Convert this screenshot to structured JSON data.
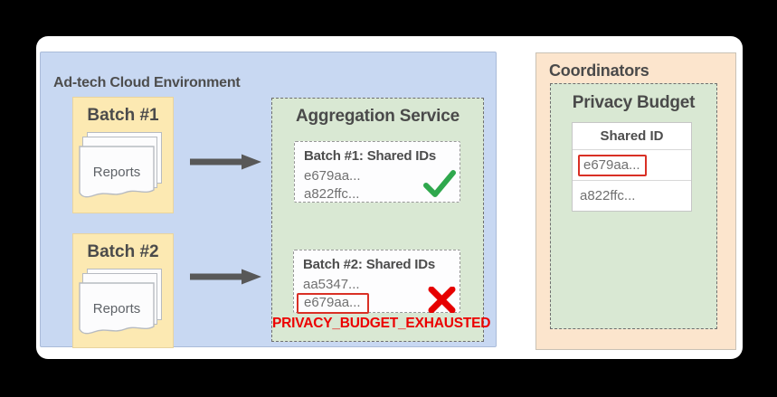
{
  "adtech_env": {
    "title": "Ad-tech Cloud Environment",
    "batches": [
      {
        "label": "Batch #1",
        "doc_label": "Reports"
      },
      {
        "label": "Batch #2",
        "doc_label": "Reports"
      }
    ],
    "aggregation_service": {
      "title": "Aggregation Service",
      "results": [
        {
          "title": "Batch #1: Shared IDs",
          "ids": [
            "e679aa...",
            "a822ffc..."
          ],
          "status_icon": "green-checkmark"
        },
        {
          "title": "Batch #2: Shared IDs",
          "ids": [
            "aa5347...",
            "e679aa..."
          ],
          "status_icon": "red-cross",
          "flagged_id": "e679aa..."
        }
      ],
      "error_label": "PRIVACY_BUDGET_EXHAUSTED"
    }
  },
  "coordinators": {
    "title": "Coordinators",
    "privacy_budget": {
      "title": "Privacy Budget",
      "table": {
        "header": "Shared ID",
        "rows": [
          "e679aa...",
          "a822ffc..."
        ],
        "flagged_row": "e679aa..."
      }
    }
  },
  "colors": {
    "env_blue": "#c8d8f2",
    "batch_yellow": "#fce9b2",
    "service_green": "#d9e8d3",
    "coordinator_peach": "#fce5cd",
    "success_green": "#2fa84d",
    "error_red": "#e60000",
    "flag_outline_red": "#d93025",
    "arrow_gray": "#585858"
  }
}
